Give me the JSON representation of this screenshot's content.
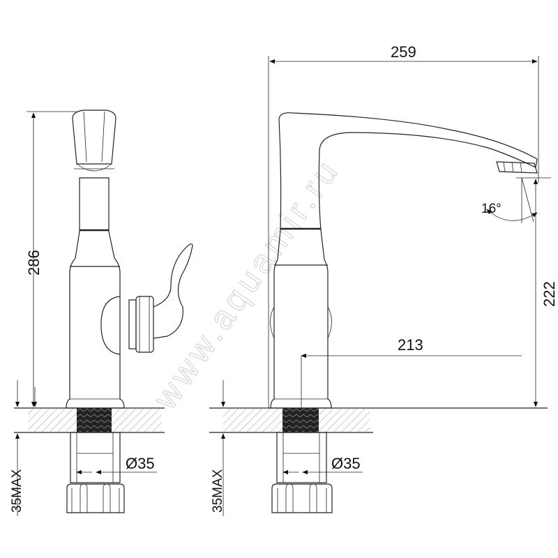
{
  "watermark": "www.aquamir.ru",
  "dimensions": {
    "total_height": "286",
    "spout_reach_total": "259",
    "spout_angle": "16°",
    "spout_height": "222",
    "spout_reach": "213",
    "left_diameter": "Ø35",
    "right_diameter": "Ø35",
    "left_max_thickness": "35MAX",
    "right_max_thickness": "35MAX"
  }
}
